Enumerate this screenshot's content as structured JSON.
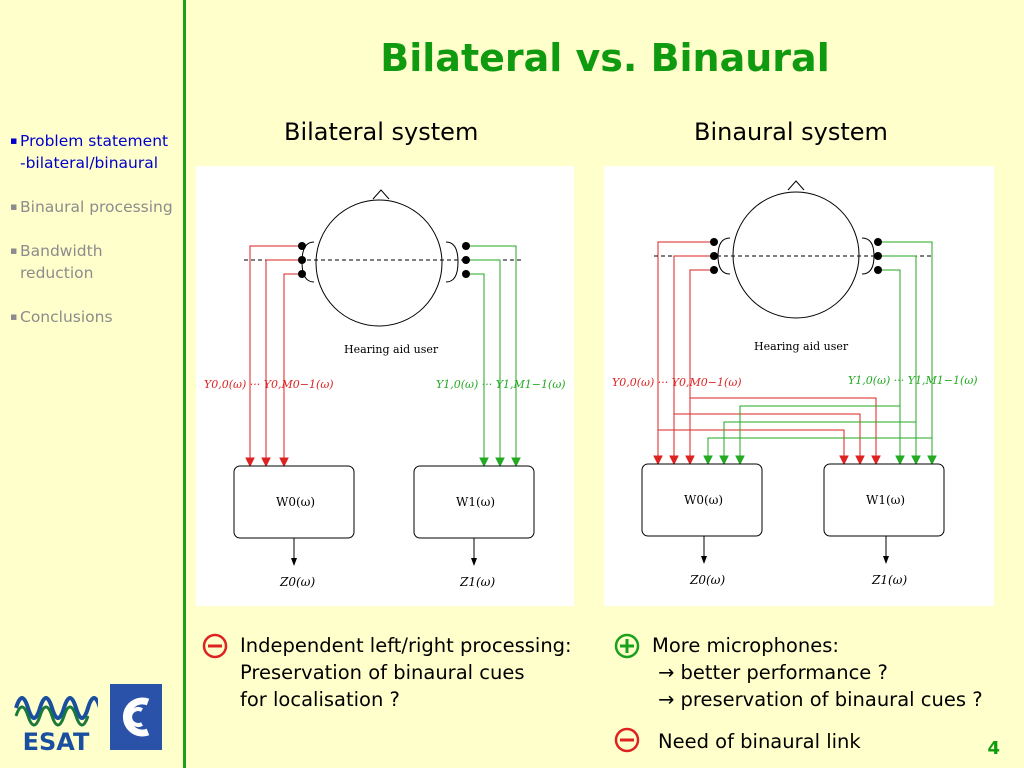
{
  "title": "Bilateral vs. Binaural",
  "nav": {
    "items": [
      {
        "label_line1": "Problem statement",
        "label_line2": "-bilateral/binaural",
        "state": "active"
      },
      {
        "label_line1": "Binaural processing",
        "label_line2": "",
        "state": "inactive"
      },
      {
        "label_line1": "Bandwidth",
        "label_line2": "reduction",
        "state": "inactive"
      },
      {
        "label_line1": "Conclusions",
        "label_line2": "",
        "state": "inactive"
      }
    ]
  },
  "bilateral": {
    "heading": "Bilateral system",
    "head_label": "Hearing aid user",
    "left_signal": "Y0,0(ω) ··· Y0,M0−1(ω)",
    "right_signal": "Y1,0(ω) ··· Y1,M1−1(ω)",
    "filter_left": "W0(ω)",
    "filter_right": "W1(ω)",
    "output_left": "Z0(ω)",
    "output_right": "Z1(ω)"
  },
  "binaural": {
    "heading": "Binaural system",
    "head_label": "Hearing aid user",
    "left_signal": "Y0,0(ω) ··· Y0,M0−1(ω)",
    "right_signal": "Y1,0(ω) ··· Y1,M1−1(ω)",
    "filter_left": "W0(ω)",
    "filter_right": "W1(ω)",
    "output_left": "Z0(ω)",
    "output_right": "Z1(ω)"
  },
  "notes": {
    "bilateral": [
      "Independent left/right processing:",
      "Preservation of binaural cues",
      "for localisation ?"
    ],
    "binaural_pro": [
      "More microphones:",
      "→ better performance ?",
      "→ preservation of binaural cues ?"
    ],
    "binaural_con": "Need of binaural link"
  },
  "logo_text": "ESAT",
  "page_number": "4",
  "colors": {
    "accent": "#0f9a0f",
    "red_signal": "#dd2222",
    "green_signal": "#22aa22",
    "active_nav": "#0000cc"
  }
}
